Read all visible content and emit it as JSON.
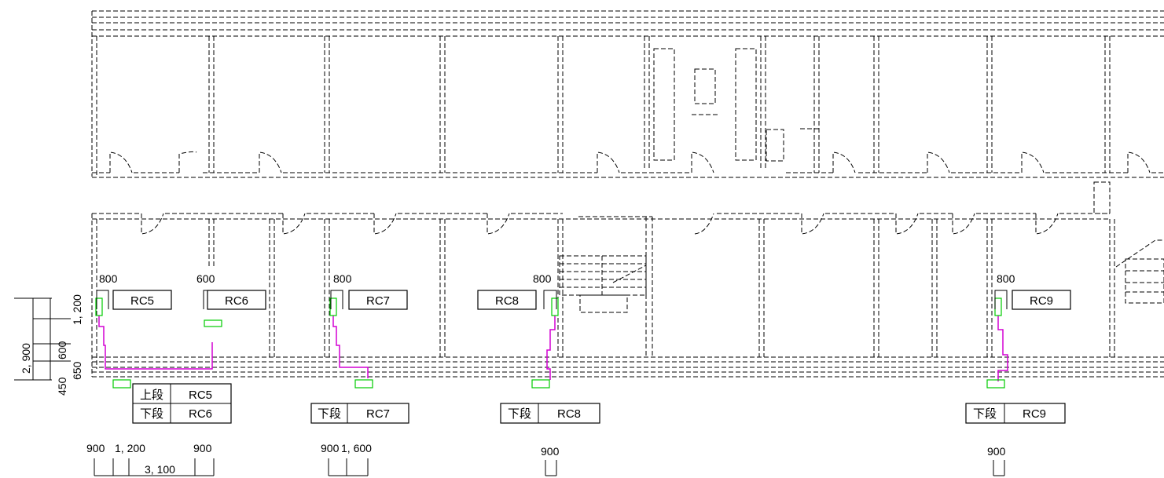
{
  "colors": {
    "line": "#000000",
    "pipe_route": "#d400d4",
    "equipment_outline": "#00cc00"
  },
  "dimensions": {
    "top_spacings": {
      "rc5": "800",
      "rc6": "600",
      "rc7": "800",
      "rc8": "800",
      "rc9": "800"
    },
    "vertical": {
      "overall": "2, 900",
      "a": "1, 200",
      "b": "600",
      "c": "650",
      "d": "450"
    },
    "bottom": {
      "g1_a": "900",
      "g1_b": "1, 200",
      "g1_c": "900",
      "g1_total": "3, 100",
      "g2_a": "900",
      "g2_b": "1, 600",
      "g3_a": "900",
      "g4_a": "900"
    }
  },
  "unit_labels": {
    "rc5": "RC5",
    "rc6": "RC6",
    "rc7": "RC7",
    "rc8": "RC8",
    "rc9": "RC9"
  },
  "tables": {
    "t1": {
      "upper_tier": "上段",
      "upper_unit": "RC5",
      "lower_tier": "下段",
      "lower_unit": "RC6"
    },
    "t2": {
      "lower_tier": "下段",
      "lower_unit": "RC7"
    },
    "t3": {
      "lower_tier": "下段",
      "lower_unit": "RC8"
    },
    "t4": {
      "lower_tier": "下段",
      "lower_unit": "RC9"
    }
  }
}
